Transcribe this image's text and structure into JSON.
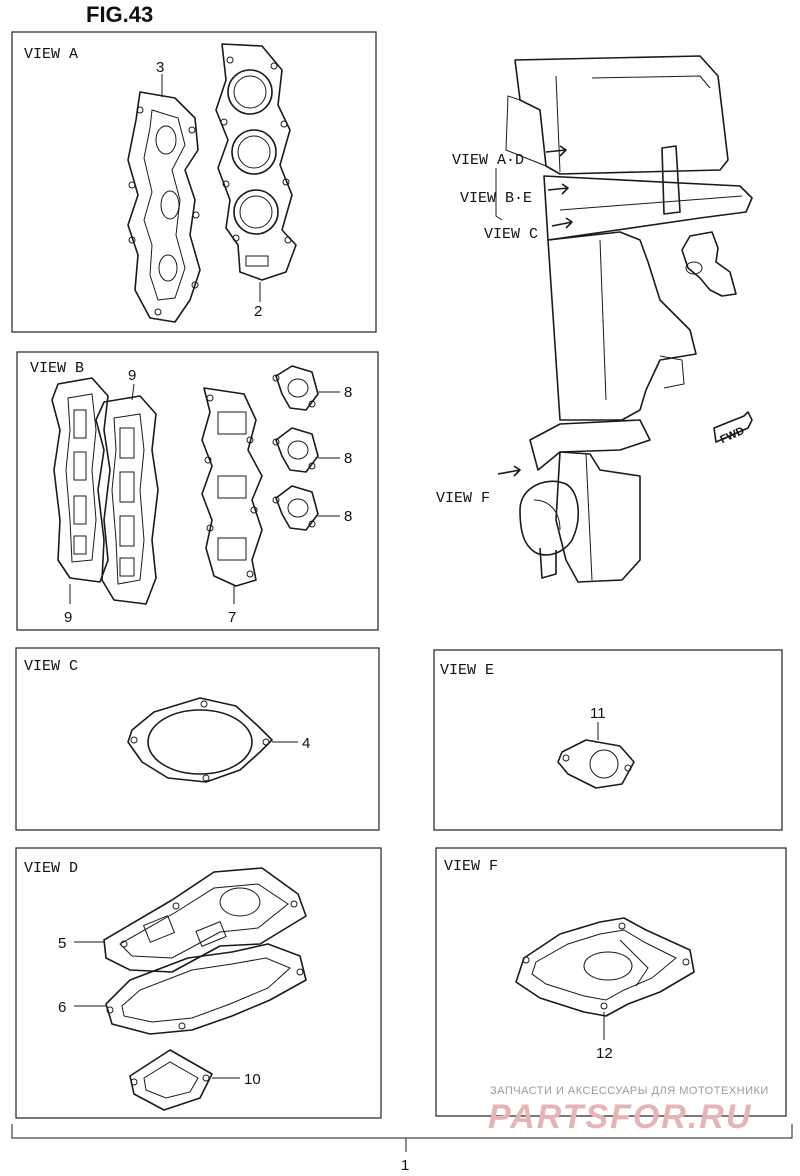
{
  "figure": {
    "title": "FIG.43"
  },
  "views": {
    "a": {
      "label": "VIEW A"
    },
    "b": {
      "label": "VIEW B"
    },
    "c": {
      "label": "VIEW C"
    },
    "d": {
      "label": "VIEW D"
    },
    "e": {
      "label": "VIEW E"
    },
    "f": {
      "label": "VIEW F"
    }
  },
  "engine_callouts": {
    "ad": "VIEW A·D",
    "be": "VIEW B·E",
    "c": "VIEW C",
    "f": "VIEW F",
    "fwd": "FWD"
  },
  "parts": {
    "p1": "1",
    "p2": "2",
    "p3": "3",
    "p4": "4",
    "p5": "5",
    "p6": "6",
    "p7": "7",
    "p8a": "8",
    "p8b": "8",
    "p8c": "8",
    "p9a": "9",
    "p9b": "9",
    "p10": "10",
    "p11": "11",
    "p12": "12"
  },
  "watermark": {
    "line1": "ЗАПЧАСТИ И АКСЕССУАРЫ ДЛЯ МОТОТЕХНИКИ",
    "line2": "PARTSFOR.RU"
  }
}
